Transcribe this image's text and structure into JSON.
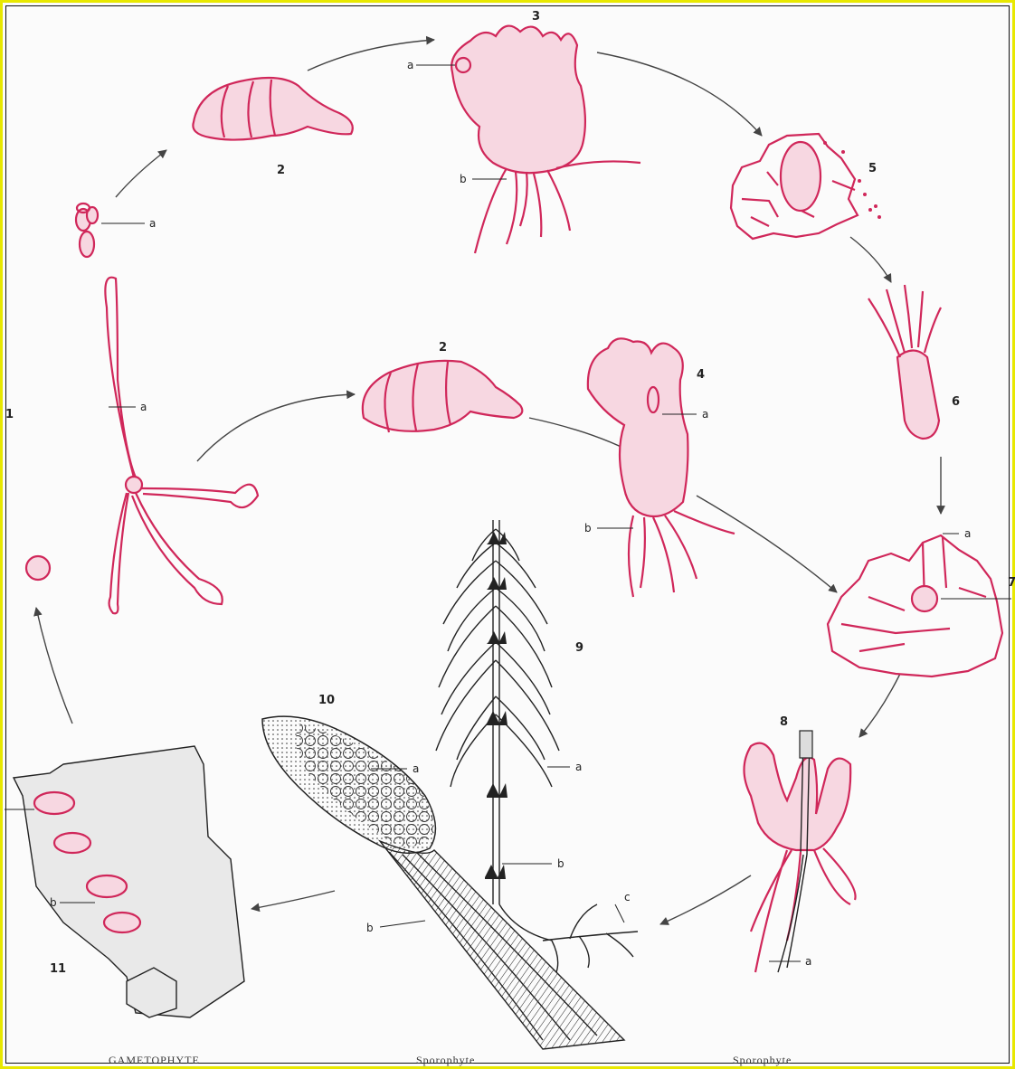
{
  "colors": {
    "frame": "#e8e800",
    "stage_red": "#d0275a",
    "ink": "#222222"
  },
  "stages": {
    "s1": {
      "number": "1",
      "label_a": "a"
    },
    "s2a": {
      "number": "2"
    },
    "s2b": {
      "number": "2"
    },
    "s3": {
      "number": "3",
      "label_a": "a",
      "label_b": "b"
    },
    "s4": {
      "number": "4",
      "label_a": "a",
      "label_b": "b"
    },
    "s5": {
      "number": "5"
    },
    "s6": {
      "number": "6"
    },
    "s7": {
      "number": "7",
      "label_a": "a"
    },
    "s8": {
      "number": "8",
      "label_a": "a"
    },
    "s9": {
      "number": "9",
      "label_a": "a",
      "label_b": "b",
      "label_c": "c"
    },
    "s10": {
      "number": "10",
      "label_a": "a",
      "label_b": "b"
    },
    "s11": {
      "number": "11",
      "label_b": "b"
    },
    "spore_label": {
      "label_a": "a"
    }
  },
  "captions": {
    "left": "GAMETOPHYTE",
    "middle": "Sporophyte",
    "right": "Sporophyte"
  }
}
